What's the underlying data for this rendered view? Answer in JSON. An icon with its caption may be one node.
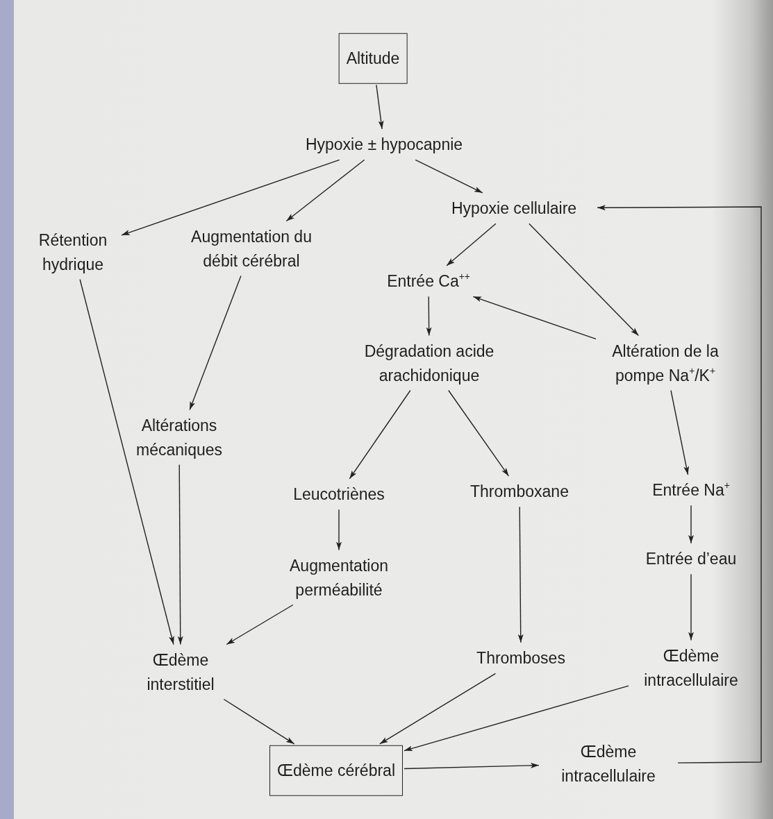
{
  "diagram": {
    "nodes": [
      {
        "text": [
          "Altitude"
        ]
      },
      {
        "text": [
          "Hypoxie ± hypocapnie"
        ]
      },
      {
        "text": [
          "Rétention hydrique"
        ]
      },
      {
        "text": [
          "Augmentation du débit cérébral"
        ]
      },
      {
        "text": [
          "Hypoxie cellulaire"
        ]
      },
      {
        "text": [
          "Entrée Ca$^{++}$"
        ]
      },
      {
        "text": [
          "Dégradation acide arachidonique"
        ]
      },
      {
        "text": [
          "Altération de la pompe Na$^{+}$/K$^{+}$"
        ]
      },
      {
        "text": [
          "Altérations mécaniques"
        ]
      },
      {
        "text": [
          "Leucotriènes"
        ]
      },
      {
        "text": [
          "Thromboxane"
        ]
      },
      {
        "text": [
          "Entrée Na$^{+}$"
        ]
      },
      {
        "text": [
          "Augmentation perméabilité"
        ]
      },
      {
        "text": [
          "Entrée d’eau"
        ]
      },
      {
        "text": [
          "Œdème interstitiel"
        ]
      },
      {
        "text": [
          "Thromboses"
        ]
      },
      {
        "text": [
          "Œdème intracellulaire"
        ]
      },
      {
        "text": [
          "Œdème cérébral"
        ]
      },
      {
        "text": [
          "Œdème intracellulaire"
        ]
      }
    ],
    "edges": [
      {
        "from": 0,
        "to": 1,
        "arrow": "to"
      },
      {
        "from": 1,
        "to": 2,
        "arrow": "to"
      },
      {
        "from": 1,
        "to": 3,
        "arrow": "to"
      },
      {
        "from": 1,
        "to": 4,
        "arrow": "to"
      },
      {
        "from": 4,
        "to": 5,
        "arrow": "to"
      },
      {
        "from": 4,
        "to": 7,
        "arrow": "to"
      },
      {
        "from": 7,
        "to": 5,
        "arrow": "to"
      },
      {
        "from": 5,
        "to": 6,
        "arrow": "to"
      },
      {
        "from": 3,
        "to": 8,
        "arrow": "to"
      },
      {
        "from": 6,
        "to": 9,
        "arrow": "to"
      },
      {
        "from": 6,
        "to": 10,
        "arrow": "to"
      },
      {
        "from": 7,
        "to": 11,
        "arrow": "to"
      },
      {
        "from": 9,
        "to": 12,
        "arrow": "to"
      },
      {
        "from": 11,
        "to": 13,
        "arrow": "to"
      },
      {
        "from": 2,
        "to": 14,
        "arrow": "to"
      },
      {
        "from": 8,
        "to": 14,
        "arrow": "to"
      },
      {
        "from": 12,
        "to": 14,
        "arrow": "to"
      },
      {
        "from": 10,
        "to": 15,
        "arrow": "to"
      },
      {
        "from": 13,
        "to": 16,
        "arrow": "to"
      },
      {
        "from": 14,
        "to": 17,
        "arrow": "to"
      },
      {
        "from": 15,
        "to": 17,
        "arrow": "to"
      },
      {
        "from": 16,
        "to": 17,
        "arrow": "to"
      },
      {
        "from": 17,
        "to": 18,
        "arrow": "to"
      },
      {
        "from": 18,
        "to": 4,
        "arrow": "to"
      }
    ]
  }
}
